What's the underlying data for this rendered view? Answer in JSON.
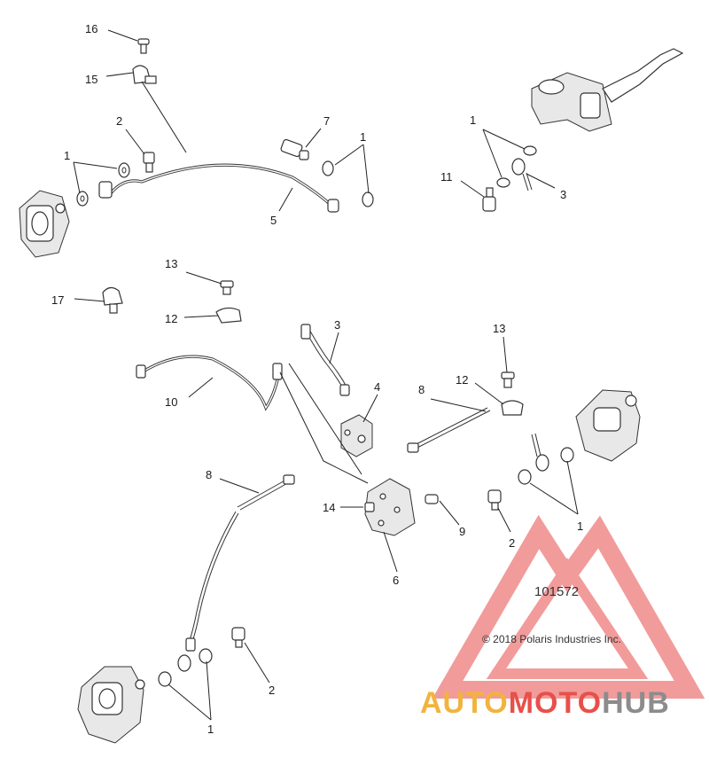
{
  "figure_number": "101572",
  "copyright": "© 2018 Polaris Industries Inc.",
  "watermark": {
    "part1": "AUTO",
    "part2": "MOTO",
    "part3": "HUB",
    "colors": {
      "auto": "#f2b33d",
      "moto": "#e8504a",
      "hub": "#8c8c8c",
      "logo": "#f08a8a"
    }
  },
  "callouts": {
    "c16": "16",
    "c15": "15",
    "c2a": "2",
    "c1a": "1",
    "c7": "7",
    "c1b": "1",
    "c5": "5",
    "c1c": "1",
    "c11": "11",
    "c3a": "3",
    "c13a": "13",
    "c17": "17",
    "c12a": "12",
    "c3b": "3",
    "c10": "10",
    "c4": "4",
    "c8a": "8",
    "c12b": "12",
    "c13b": "13",
    "c8b": "8",
    "c14": "14",
    "c9": "9",
    "c2b": "2",
    "c1d": "1",
    "c6": "6",
    "c2c": "2",
    "c1e": "1"
  }
}
